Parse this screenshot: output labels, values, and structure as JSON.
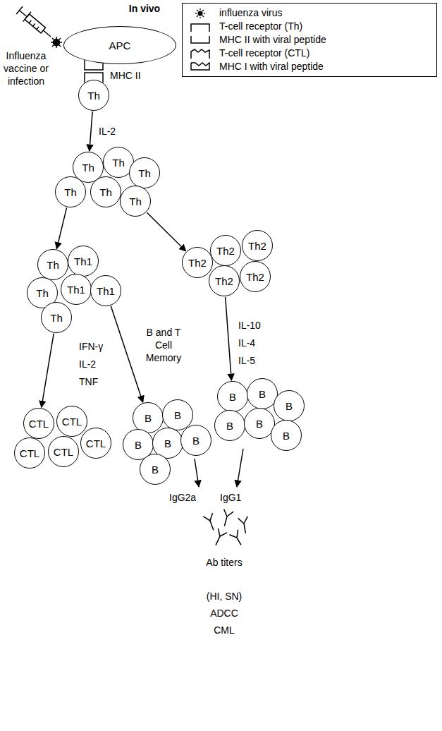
{
  "diagram": {
    "title": "In vivo",
    "nodes": [
      {
        "text": [
          "APC"
        ]
      },
      {
        "text": [
          "Th"
        ]
      },
      {
        "text": [
          "Th"
        ]
      },
      {
        "text": [
          "Th"
        ]
      },
      {
        "text": [
          "Th"
        ]
      },
      {
        "text": [
          "Th"
        ]
      },
      {
        "text": [
          "Th"
        ]
      },
      {
        "text": [
          "Th"
        ]
      },
      {
        "text": [
          "Th"
        ]
      },
      {
        "text": [
          "Th1"
        ]
      },
      {
        "text": [
          "Th"
        ]
      },
      {
        "text": [
          "Th1"
        ]
      },
      {
        "text": [
          "Th1"
        ]
      },
      {
        "text": [
          "Th"
        ]
      },
      {
        "text": [
          "Th2"
        ]
      },
      {
        "text": [
          "Th2"
        ]
      },
      {
        "text": [
          "Th2"
        ]
      },
      {
        "text": [
          "Th2"
        ]
      },
      {
        "text": [
          "Th2"
        ]
      },
      {
        "text": [
          "CTL"
        ]
      },
      {
        "text": [
          "CTL"
        ]
      },
      {
        "text": [
          "CTL"
        ]
      },
      {
        "text": [
          "CTL"
        ]
      },
      {
        "text": [
          "CTL"
        ]
      },
      {
        "text": [
          "B"
        ]
      },
      {
        "text": [
          "B"
        ]
      },
      {
        "text": [
          "B"
        ]
      },
      {
        "text": [
          "B"
        ]
      },
      {
        "text": [
          "B"
        ]
      },
      {
        "text": [
          "B"
        ]
      },
      {
        "text": [
          "B"
        ]
      },
      {
        "text": [
          "B"
        ]
      },
      {
        "text": [
          "B"
        ]
      },
      {
        "text": [
          "B"
        ]
      },
      {
        "text": [
          "B"
        ]
      },
      {
        "text": [
          "B"
        ]
      }
    ],
    "edges": [
      {
        "from": 1,
        "to": 2,
        "label": "IL-2",
        "arrow": "to"
      },
      {
        "from": 5,
        "to": 8,
        "arrow": "to"
      },
      {
        "from": 7,
        "to": 16,
        "arrow": "to"
      },
      {
        "from": 13,
        "to": 19,
        "arrow": "to"
      },
      {
        "from": 12,
        "to": 24,
        "arrow": "to"
      },
      {
        "from": 17,
        "to": 30,
        "arrow": "to"
      }
    ],
    "labels": [
      "Influenza vaccine or infection",
      "MHC II",
      "IFN-γ",
      "IL-2",
      "TNF",
      "B and T Cell Memory",
      "IL-10",
      "IL-4",
      "IL-5",
      "IgG2a",
      "IgG1",
      "Ab titers",
      "(HI, SN)",
      "ADCC",
      "CML"
    ],
    "legend": [
      {
        "text": "influenza virus"
      },
      {
        "text": "T-cell receptor (Th)"
      },
      {
        "text": "MHC II with viral peptide"
      },
      {
        "text": "T-cell receptor (CTL)"
      },
      {
        "text": "MHC I with viral peptide"
      }
    ]
  }
}
